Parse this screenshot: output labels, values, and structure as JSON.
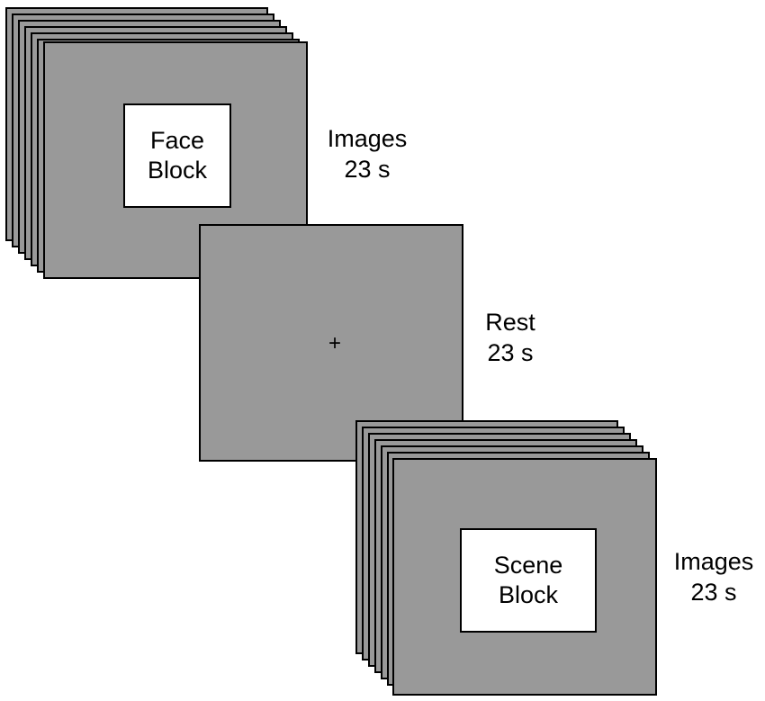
{
  "face_block": {
    "label_line1": "Face",
    "label_line2": "Block",
    "caption_line1": "Images",
    "caption_line2": "23 s"
  },
  "rest_block": {
    "fixation_symbol": "+",
    "caption_line1": "Rest",
    "caption_line2": "23 s"
  },
  "scene_block": {
    "label_line1": "Scene",
    "label_line2": "Block",
    "caption_line1": "Images",
    "caption_line2": "23 s"
  },
  "colors": {
    "screen_gray": "#999999",
    "box_white": "#ffffff",
    "outline": "#000000"
  }
}
